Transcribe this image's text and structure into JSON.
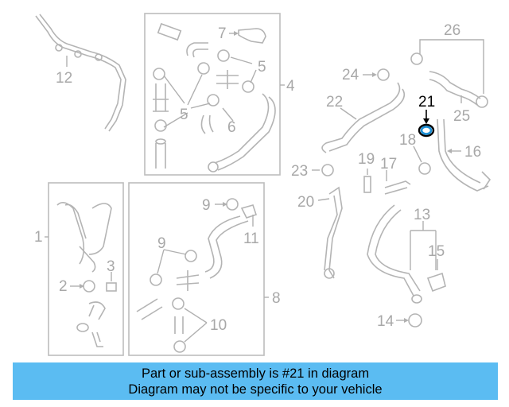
{
  "callouts": {
    "c1": "1",
    "c2": "2",
    "c3": "3",
    "c4": "4",
    "c5a": "5",
    "c5b": "5",
    "c6": "6",
    "c7": "7",
    "c8": "8",
    "c9a": "9",
    "c9b": "9",
    "c10": "10",
    "c11": "11",
    "c12": "12",
    "c13": "13",
    "c14": "14",
    "c15": "15",
    "c16": "16",
    "c17": "17",
    "c18": "18",
    "c19": "19",
    "c20": "20",
    "c21": "21",
    "c22": "22",
    "c23": "23",
    "c24": "24",
    "c25": "25",
    "c26": "26"
  },
  "highlight": {
    "part_number": "21",
    "color": "#1a8fd6"
  },
  "banner": {
    "line1": "Part or sub-assembly is #21 in diagram",
    "line2": "Diagram may not be specific to your vehicle",
    "background": "#5bbcf2"
  }
}
